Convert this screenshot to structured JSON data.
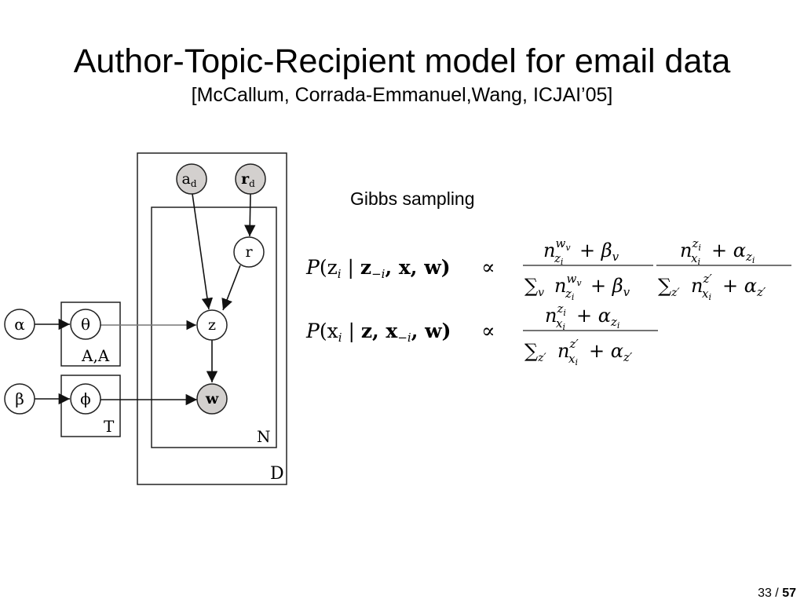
{
  "slide": {
    "title": "Author-Topic-Recipient model for email data",
    "subtitle": "[McCallum, Corrada-Emmanuel,Wang, ICJAI’05]",
    "gibbs_label": "Gibbs sampling",
    "page_current": "33",
    "page_separator": " / ",
    "page_total": "57"
  },
  "diagram": {
    "nodes": {
      "alpha": "α",
      "beta": "β",
      "theta": "θ",
      "phi": "ϕ",
      "ad_main": "a",
      "ad_sub": "d",
      "rd_main": "r",
      "rd_sub": "d",
      "r": "r",
      "z": "z",
      "w": "w"
    },
    "plates": {
      "author_plate": "A,A",
      "topic_plate": "T",
      "word_plate": "N",
      "document_plate": "D"
    },
    "colors": {
      "observed_fill": "#d3d0ce",
      "latent_fill": "#ffffff",
      "stroke": "#222222"
    }
  },
  "equations": {
    "eq1": {
      "lhs_P": "P",
      "lhs_args": "(z",
      "lhs_sub_i": "i",
      "lhs_bar": " | ",
      "lhs_rest": "z",
      "lhs_rest_sub": "−i",
      "lhs_tail": ", x, w)",
      "prop": "∝",
      "frac1_num": "n",
      "frac1_num_sup": "w",
      "frac1_num_supsub": "v",
      "frac1_num_sub": "z",
      "frac1_num_subsub": "i",
      "frac1_num_plus": " + β",
      "frac1_num_beta_sub": "v",
      "frac1_den_sum": "∑",
      "frac1_den_sum_sub": "v",
      "frac2_num_plus": " + α",
      "frac2_den_sum_sub": "z′"
    },
    "eq2": {
      "lhs_P": "P",
      "lhs_args": "(x",
      "lhs_sub_i": "i",
      "lhs_bar": " | ",
      "lhs_rest": "z, x",
      "lhs_rest_sub": "−i",
      "lhs_tail": ", w)",
      "prop": "∝"
    }
  }
}
